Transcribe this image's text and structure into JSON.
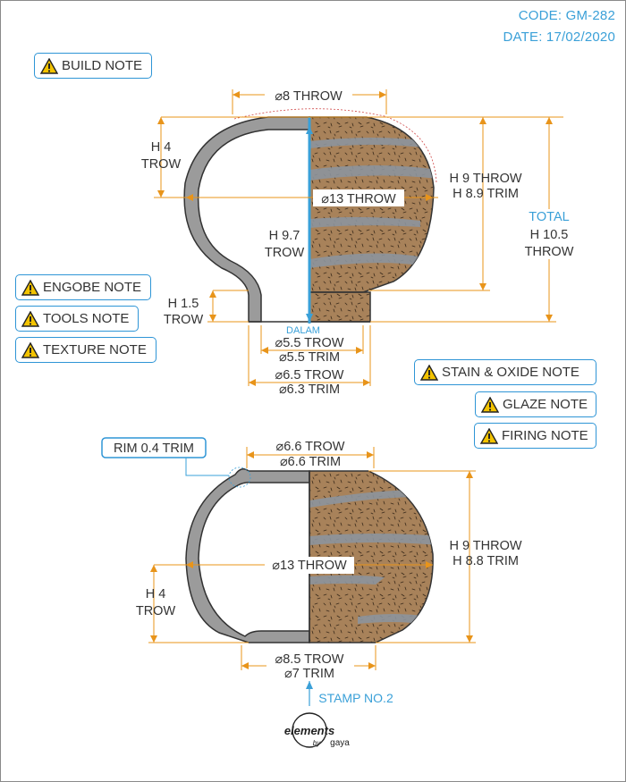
{
  "code": "CODE: GM-282",
  "date": "DATE: 17/02/2020",
  "notes": {
    "build": "BUILD NOTE",
    "engobe": "ENGOBE NOTE",
    "tools": "TOOLS NOTE",
    "texture": "TEXTURE NOTE",
    "stain": "STAIN & OXIDE NOTE",
    "glaze": "GLAZE NOTE",
    "firing": "FIRING NOTE"
  },
  "top": {
    "d_throw": "⌀8 THROW",
    "h4_a": "H 4",
    "h4_b": "TROW",
    "d13": "⌀13 THROW",
    "h97_a": "H 9.7",
    "h97_b": "TROW",
    "h9_a": "H 9 THROW",
    "h9_b": "H 8.9 TRIM",
    "total_a": "TOTAL",
    "total_b": "H 10.5",
    "total_c": "THROW",
    "h15_a": "H 1.5",
    "h15_b": "TROW",
    "dalam": "DALAM",
    "d55a": "⌀5.5 TROW",
    "d55b": "⌀5.5 TRIM",
    "d65a": "⌀6.5 TROW",
    "d65b": "⌀6.3 TRIM"
  },
  "bottom": {
    "rim": "RIM 0.4 TRIM",
    "d66a": "⌀6.6 TROW",
    "d66b": "⌀6.6 TRIM",
    "h9_a": "H 9 THROW",
    "h9_b": "H 8.8 TRIM",
    "d13": "⌀13 THROW",
    "h4_a": "H 4",
    "h4_b": "TROW",
    "d85a": "⌀8.5 TROW",
    "d85b": "⌀7 TRIM",
    "stamp": "STAMP NO.2"
  },
  "logo": {
    "word": "elements",
    "by": "by",
    "name": "gaya"
  },
  "colors": {
    "dimension": "#e8941a",
    "accent": "#3aa0d8",
    "clay": "#a8825a",
    "wall": "#9b9b9b",
    "stripe": "#8c949c"
  }
}
